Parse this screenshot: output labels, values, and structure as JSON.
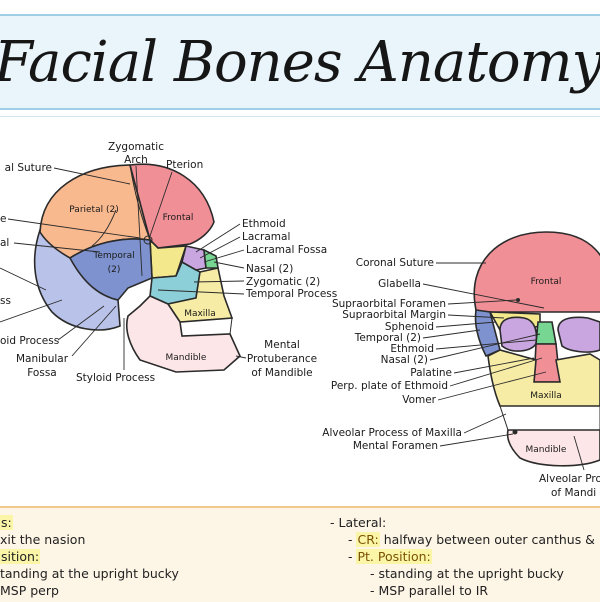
{
  "header": {
    "title": "Facial Bones Anatomy & Positioning"
  },
  "lateral_skull": {
    "labels": {
      "coronal_suture_partial": "al Suture",
      "zygomatic_arch_1": "Zygomatic",
      "zygomatic_arch_2": "Arch",
      "pterion": "Pterion",
      "e_partial": "e",
      "al_partial": "al",
      "ss_partial": "ss",
      "ethmoid": "Ethmoid",
      "lacramal": "Lacramal",
      "lacramal_fossa": "Lacramal Fossa",
      "nasal": "Nasal (2)",
      "zygomatic": "Zygomatic (2)",
      "temporal_process": "Temporal Process",
      "mastoid_process_partial": "oid Process",
      "manibular_fossa_1": "Manibular",
      "manibular_fossa_2": "Fossa",
      "styloid_process": "Styloid Process",
      "mental_protuberance_1": "Mental",
      "mental_protuberance_2": "Protuberance",
      "mental_protuberance_3": "of Mandible"
    },
    "inner": {
      "parietal": "Parietal (2)",
      "frontal": "Frontal",
      "temporal_1": "Temporal",
      "temporal_2": "(2)",
      "maxilla": "Maxilla",
      "mandible": "Mandible"
    }
  },
  "frontal_skull": {
    "labels": {
      "coronal_suture": "Coronal Suture",
      "glabella": "Glabella",
      "supraorbital_foramen": "Supraorbital Foramen",
      "supraorbital_margin": "Supraorbital Margin",
      "sphenoid": "Sphenoid",
      "temporal": "Temporal (2)",
      "ethmoid": "Ethmoid",
      "nasal": "Nasal (2)",
      "palatine": "Palatine",
      "perp_plate": "Perp. plate of Ethmoid",
      "vomer": "Vomer",
      "alveolar_process": "Alveolar Process of Maxilla",
      "mental_foramen": "Mental Foramen",
      "alveolar_pro_partial_1": "Alveolar Pro",
      "alveolar_pro_partial_2": "of Mandi"
    },
    "inner": {
      "frontal": "Frontal",
      "maxilla": "Maxilla",
      "mandible": "Mandible"
    }
  },
  "notes": {
    "left": {
      "line1": "s:",
      "line2": "xit the nasion",
      "line3": "sition:",
      "line4": "tanding at the upright bucky",
      "line5": "MSP perp"
    },
    "right": {
      "heading": "- Lateral:",
      "cr_dash": "- ",
      "cr_label": "CR:",
      "cr_text": " halfway between outer canthus &",
      "pt_dash": "- ",
      "pt_label": "Pt. Position:",
      "item1": "- standing at the upright bucky",
      "item2": "- MSP parallel to IR"
    }
  },
  "colors": {
    "parietal": "#f9b98f",
    "frontal": "#f08f96",
    "temporal": "#7e92cf",
    "sphenoid": "#f4e88d",
    "zygomatic": "#8ccfd8",
    "maxilla": "#f7eca5",
    "mandible": "#fde6e7",
    "nasal": "#78d693",
    "ethmoid": "#c9a6e0",
    "occipital": "#b9c2e8",
    "notes_bg": "#fdf5e6",
    "title_bg": "#e9f5fb",
    "highlight": "#fbf5a8"
  }
}
